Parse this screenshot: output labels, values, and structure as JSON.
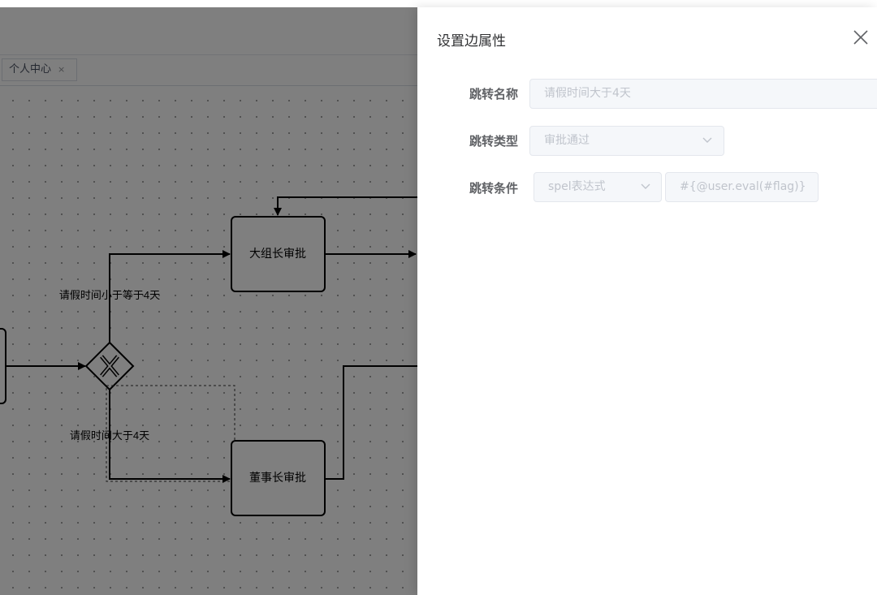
{
  "tags": [
    {
      "label": "个人中心",
      "close": "×"
    }
  ],
  "diagram": {
    "nodes": {
      "big_team_leader": "大组长审批",
      "chairman": "董事长审批"
    },
    "edges": {
      "lte_4_days": "请假时间小于等于4天",
      "gt_4_days": "请假时间大于4天"
    }
  },
  "drawer": {
    "title": "设置边属性",
    "fields": {
      "name_label": "跳转名称",
      "name_value": "请假时间大于4天",
      "type_label": "跳转类型",
      "type_value": "审批通过",
      "condition_label": "跳转条件",
      "condition_type": "spel表达式",
      "condition_value": "#{@user.eval(#flag)}"
    }
  }
}
